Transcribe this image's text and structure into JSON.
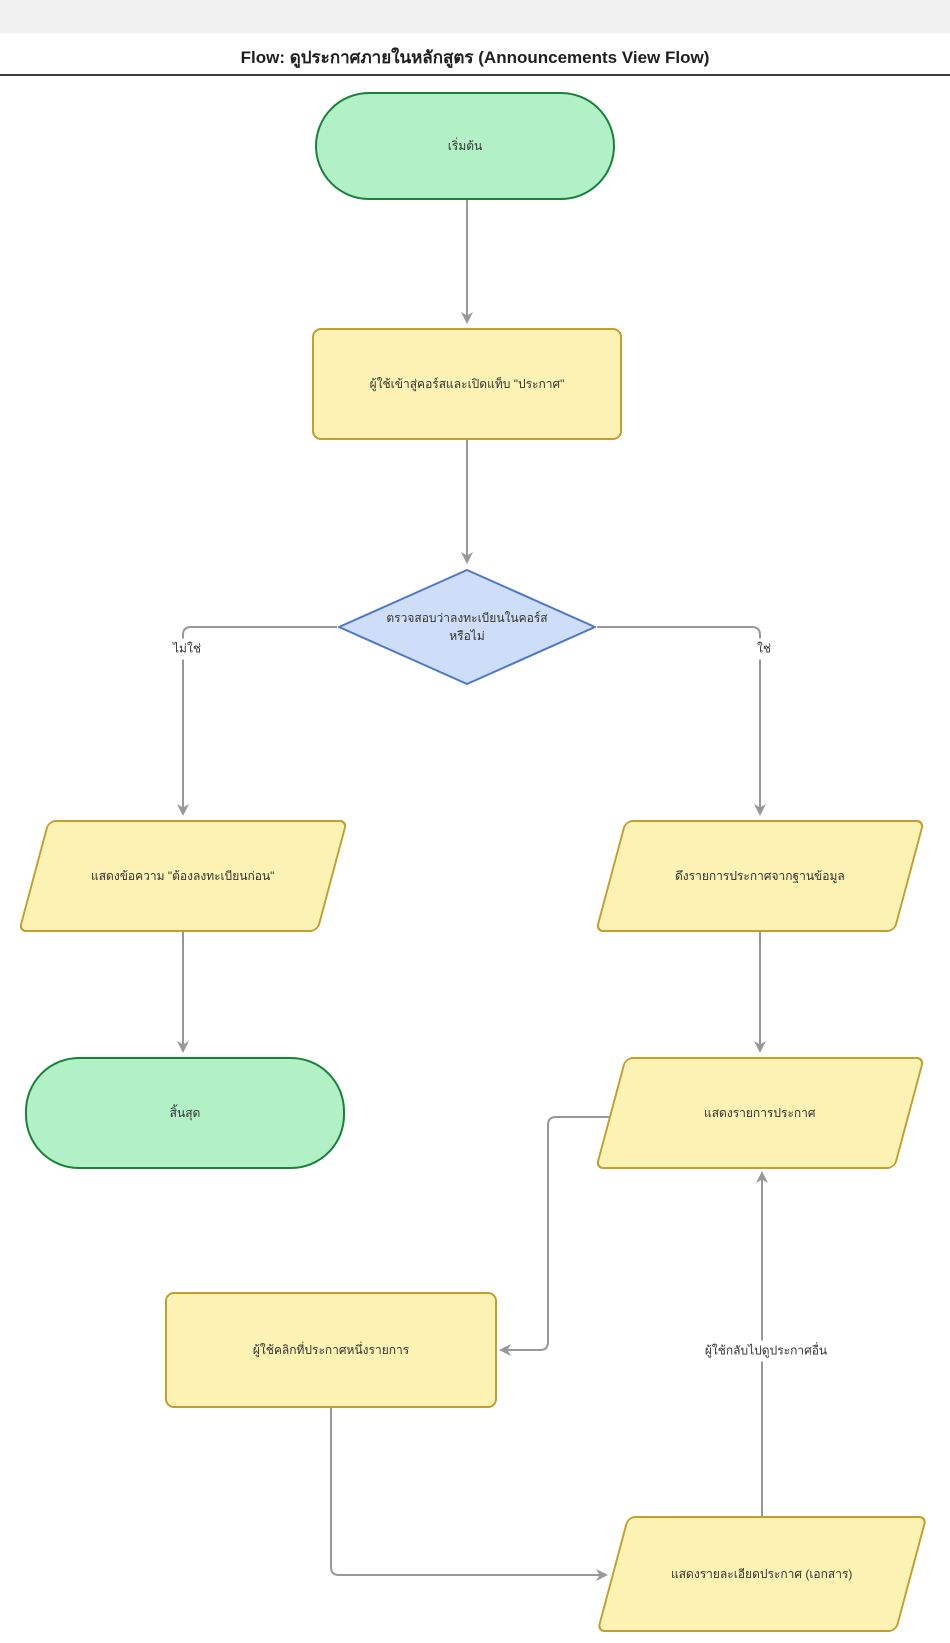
{
  "header": {
    "title": "Flow: ดูประกาศภายในหลักสูตร (Announcements View Flow)"
  },
  "nodes": {
    "start": {
      "type": "terminator",
      "label": "เริ่มต้น"
    },
    "open_announcements_tab": {
      "type": "process",
      "label": "ผู้ใช้เข้าสู่คอร์สและเปิดแท็บ \"ประกาศ\""
    },
    "check_enrolled": {
      "type": "decision",
      "label": "ตรวจสอบว่าลงทะเบียนในคอร์ส\nหรือไม่"
    },
    "show_must_register": {
      "type": "io",
      "label": "แสดงข้อความ \"ต้องลงทะเบียนก่อน\""
    },
    "fetch_announcements": {
      "type": "io",
      "label": "ดึงรายการประกาศจากฐานข้อมูล"
    },
    "end": {
      "type": "terminator",
      "label": "สิ้นสุด"
    },
    "show_announcement_list": {
      "type": "io",
      "label": "แสดงรายการประกาศ"
    },
    "click_announcement": {
      "type": "process",
      "label": "ผู้ใช้คลิกที่ประกาศหนึ่งรายการ"
    },
    "show_announcement_detail": {
      "type": "io",
      "label": "แสดงรายละเอียดประกาศ (เอกสาร)"
    }
  },
  "edge_labels": {
    "no": "ไม่ใช่",
    "yes": "ใช่",
    "back": "ผู้ใช้กลับไปดูประกาศอื่น"
  },
  "colors": {
    "page_bg": "#ffffff",
    "topbar_bg": "#f0f0f0",
    "title_text": "#1f1f1f",
    "divider": "#3d3d3d",
    "terminator_fill": "#b2f0c6",
    "terminator_stroke": "#18813a",
    "process_fill": "#fcf2b4",
    "process_stroke": "#c29f2e",
    "decision_fill": "#cedef8",
    "decision_stroke": "#4d77c9",
    "connector": "#989898",
    "node_text": "#333333"
  }
}
